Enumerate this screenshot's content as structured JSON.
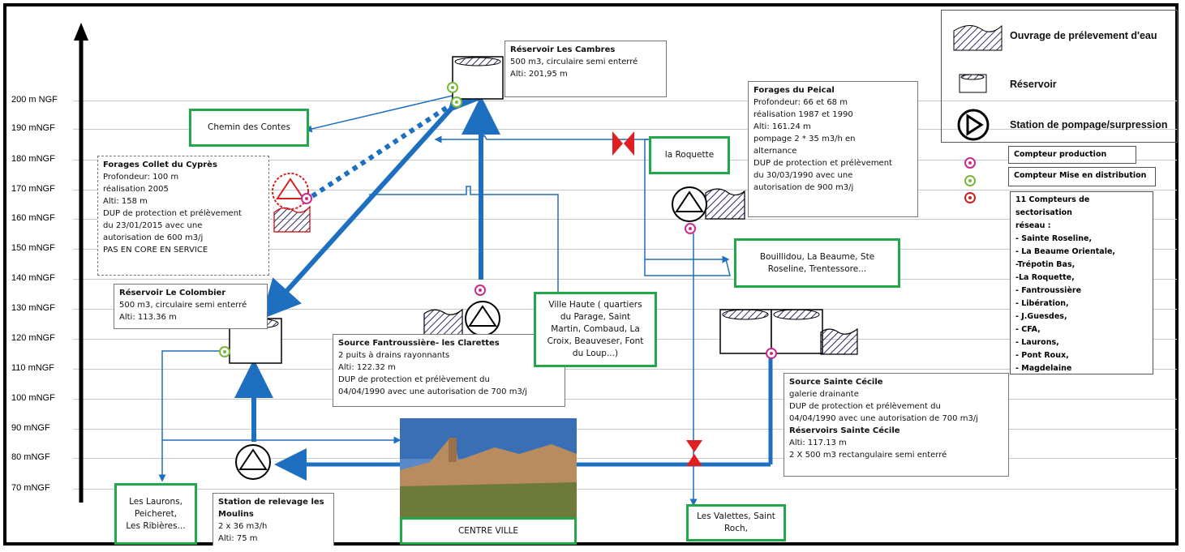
{
  "axis": {
    "ticks": [
      "200 m NGF",
      "190 mNGF",
      "180 mNGF",
      "170 mNGF",
      "160 mNGF",
      "150 mNGF",
      "140 mNGF",
      "130 mNGF",
      "120 mNGF",
      "110 mNGF",
      "100 mNGF",
      "90 mNGF",
      "80 mNGF",
      "70 mNGF"
    ]
  },
  "reservoir_cambres": {
    "title": "Réservoir Les Cambres",
    "line1": "500 m3, circulaire semi  enterré",
    "line2": "Alti:  201,95 m"
  },
  "forages_peical": {
    "title": "Forages du Peical",
    "l1": "Profondeur: 66 et 68 m",
    "l2": "réalisation 1987 et 1990",
    "l3": "Alti: 161.24 m",
    "l4": "pompage 2 * 35 m3/h  en",
    "l5": "alternance",
    "l6": "DUP de protection et prélèvement",
    "l7": "du 30/03/1990 avec une",
    "l8": "autorisation de 900 m3/j"
  },
  "forages_collet": {
    "title": "Forages Collet du Cyprès",
    "l1": "Profondeur: 100 m",
    "l2": "réalisation 2005",
    "l3": "Alti: 158 m",
    "l4": "DUP de protection et prélèvement",
    "l5": "du 23/01/2015  avec une",
    "l6": "autorisation de 600 m3/j",
    "l7": "PAS EN CORE EN SERVICE"
  },
  "reservoir_colombier": {
    "title": "Réservoir Le Colombier",
    "line1": "500 m3, circulaire semi  enterré",
    "line2": "Alti:  113.36  m"
  },
  "source_fantroussiere": {
    "title": "Source Fantroussière-  les Clarettes",
    "l1": "2 puits à drains rayonnants",
    "l2": "Alti: 122.32 m",
    "l3": "DUP de protection et prélèvement  du",
    "l4": "04/04/1990 avec une autorisation de 700 m3/j"
  },
  "source_cecile": {
    "title": "Source Sainte Cécile",
    "l1": "galerie drainante",
    "l2": "DUP de protection et prélèvement  du",
    "l3": "04/04/1990 avec une autorisation de 700 m3/j",
    "title2": "Réservoirs Sainte Cécile",
    "l4": "Alti: 117.13 m",
    "l5": "2 X 500 m3 rectangulaire semi enterré"
  },
  "station_moulins": {
    "title1": "Station de relevage les",
    "title2": "Moulins",
    "l1": "2 x 36 m3/h",
    "l2": "Alti:  75 m"
  },
  "green": {
    "chemin": "Chemin des Contes",
    "roquette": "la Roquette",
    "bouillidou1": "Bouillidou, La Beaume,  Ste",
    "bouillidou2": "Roseline, Trentessore...",
    "ville1": "Ville Haute ( quartiers",
    "ville2": "du Parage, Saint",
    "ville3": "Martin, Combaud, La",
    "ville4": "Croix, Beauveser, Font",
    "ville5": "du Loup...)",
    "laurons1": "Les Laurons,",
    "laurons2": "Peicheret,",
    "laurons3": "Les Ribières...",
    "valettes1": "Les Valettes, Saint",
    "valettes2": "Roch,",
    "centre": "CENTRE VILLE"
  },
  "legend": {
    "ouvrage": "Ouvrage de prélevement d'eau",
    "reservoir": "Réservoir",
    "station": "Station de pompage/surpression",
    "compteur_prod": "Compteur production",
    "compteur_dist": "Compteur Mise en distribution",
    "secto_title1": "11 Compteurs de sectorisation",
    "secto_title2": "réseau :",
    "secto_items": [
      "- Sainte Roseline,",
      "- La Beaume Orientale,",
      "-Trépotin Bas,",
      "-La Roquette,",
      "- Fantroussière",
      "- Libération,",
      "- J.Guesdes,",
      "- CFA,",
      "- Laurons,",
      "- Pont Roux,",
      "- Magdelaine"
    ],
    "colors": {
      "prod": "#cc2a8a",
      "dist": "#7ab83c",
      "secto": "#d42020",
      "pipe": "#1f6fc0",
      "green": "#22a84a"
    }
  }
}
